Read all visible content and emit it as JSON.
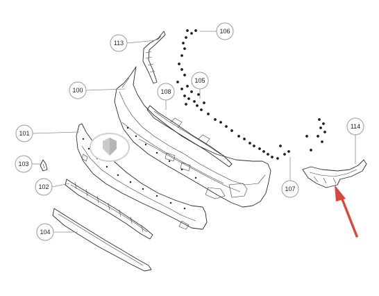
{
  "diagram": {
    "callouts": [
      {
        "id": "c113",
        "label": "113"
      },
      {
        "id": "c106",
        "label": "106"
      },
      {
        "id": "c100",
        "label": "100"
      },
      {
        "id": "c108",
        "label": "108"
      },
      {
        "id": "c105",
        "label": "105"
      },
      {
        "id": "c101",
        "label": "101"
      },
      {
        "id": "c103",
        "label": "103"
      },
      {
        "id": "c102",
        "label": "102"
      },
      {
        "id": "c104",
        "label": "104"
      },
      {
        "id": "c107",
        "label": "107"
      },
      {
        "id": "c114",
        "label": "114"
      }
    ],
    "colors": {
      "line": "#2a2a2a",
      "callout_ring": "#9a9a9a",
      "arrow": "#d9483b",
      "logo": "#c9c9c9"
    },
    "icons": {
      "watermark": "shield-logo-icon",
      "pointer": "red-arrow-icon"
    }
  }
}
